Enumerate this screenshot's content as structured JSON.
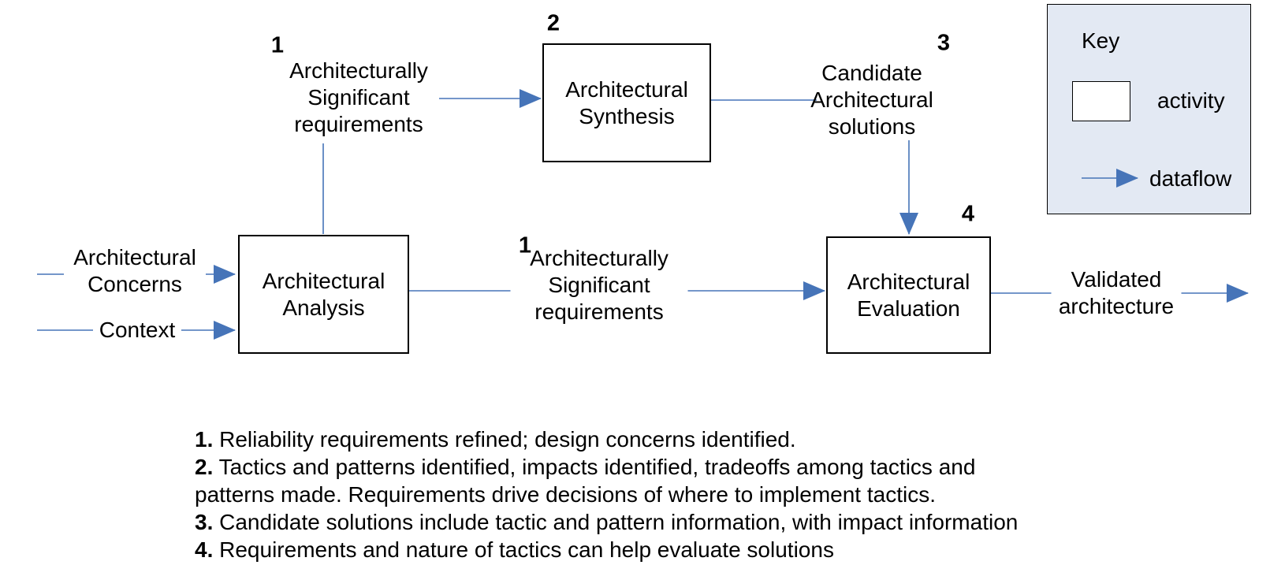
{
  "boxes": {
    "analysis": {
      "label": "Architectural Analysis"
    },
    "synthesis": {
      "label": "Architectural Synthesis"
    },
    "evaluation": {
      "label": "Architectural Evaluation"
    }
  },
  "flow_labels": {
    "asr_top": "Architecturally Significant requirements",
    "asr_mid": "Architecturally Significant requirements",
    "candidate": "Candidate Architectural solutions",
    "concerns": "Architectural Concerns",
    "context": "Context",
    "validated": "Validated architecture"
  },
  "step_numbers": {
    "top_asr": "1",
    "synthesis": "2",
    "candidate": "3",
    "mid_asr": "1",
    "evaluation": "4"
  },
  "key": {
    "title": "Key",
    "activity_label": "activity",
    "dataflow_label": "dataflow"
  },
  "notes": [
    {
      "num": "1.",
      "text": " Reliability requirements refined; design concerns identified."
    },
    {
      "num": "2.",
      "text": " Tactics and patterns identified, impacts identified, tradeoffs among tactics and"
    },
    {
      "num": "",
      "text": "patterns made. Requirements drive decisions of where to implement tactics."
    },
    {
      "num": "3.",
      "text": " Candidate solutions include tactic and pattern information, with impact information"
    },
    {
      "num": "4.",
      "text": " Requirements and nature of tactics can help evaluate solutions"
    }
  ],
  "colors": {
    "flow": "#4674b8",
    "key_bg": "#e3e9f3",
    "box_border": "#000000"
  }
}
